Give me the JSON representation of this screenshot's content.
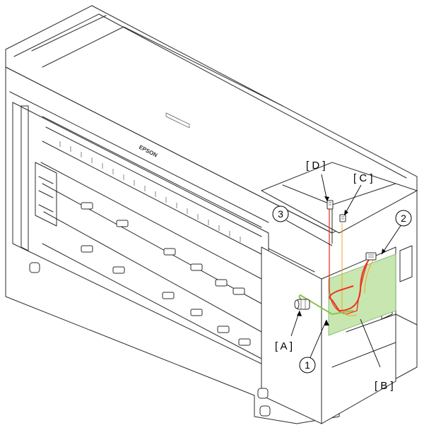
{
  "brand": {
    "logo_text": "EPSON"
  },
  "labels": {
    "A": "[ A ]",
    "B": "[ B ]",
    "C": "[ C ]",
    "D": "[ D ]"
  },
  "callouts": {
    "c1": "1",
    "c2": "2",
    "c3": "3"
  },
  "colors": {
    "cable_red": "#ee3322",
    "cable_orange": "#f5a623",
    "cable_green": "#8bc34a",
    "board_fill": "#c8e6b0",
    "outline": "#2b2b2b"
  }
}
